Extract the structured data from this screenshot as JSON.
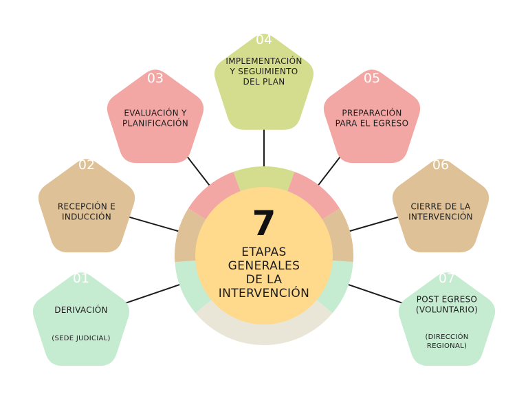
{
  "center": {
    "number": "7",
    "title_lines": [
      "ETAPAS",
      "GENERALES",
      "DE LA",
      "INTERVENCIÓN"
    ]
  },
  "colors": {
    "green": "#c5ebd1",
    "tan": "#dec196",
    "pink": "#f3a7a4",
    "olive": "#d4dc8d",
    "center_fill": "#ffd98c",
    "ring_bottom": "#eae6d7"
  },
  "stages": [
    {
      "id": "stage-01",
      "number": "01",
      "label_lines": [
        "DERIVACIÓN"
      ],
      "note_lines": [
        "(SEDE JUDICIAL)"
      ],
      "color": "green"
    },
    {
      "id": "stage-02",
      "number": "02",
      "label_lines": [
        "RECEPCIÓN E",
        "INDUCCIÓN"
      ],
      "note_lines": [],
      "color": "tan"
    },
    {
      "id": "stage-03",
      "number": "03",
      "label_lines": [
        "EVALUACIÓN Y",
        "PLANIFICACIÓN"
      ],
      "note_lines": [],
      "color": "pink"
    },
    {
      "id": "stage-04",
      "number": "04",
      "label_lines": [
        "IMPLEMENTACIÓN",
        "Y SEGUIMIENTO",
        "DEL PLAN"
      ],
      "note_lines": [],
      "color": "olive"
    },
    {
      "id": "stage-05",
      "number": "05",
      "label_lines": [
        "PREPARACIÓN",
        "PARA EL EGRESO"
      ],
      "note_lines": [],
      "color": "pink"
    },
    {
      "id": "stage-06",
      "number": "06",
      "label_lines": [
        "CIERRE DE LA",
        "INTERVENCIÓN"
      ],
      "note_lines": [],
      "color": "tan"
    },
    {
      "id": "stage-07",
      "number": "07",
      "label_lines": [
        "POST EGRESO",
        "(VOLUNTARIO)"
      ],
      "note_lines": [
        "(DIRECCIÓN",
        "REGIONAL)"
      ],
      "color": "green"
    }
  ]
}
